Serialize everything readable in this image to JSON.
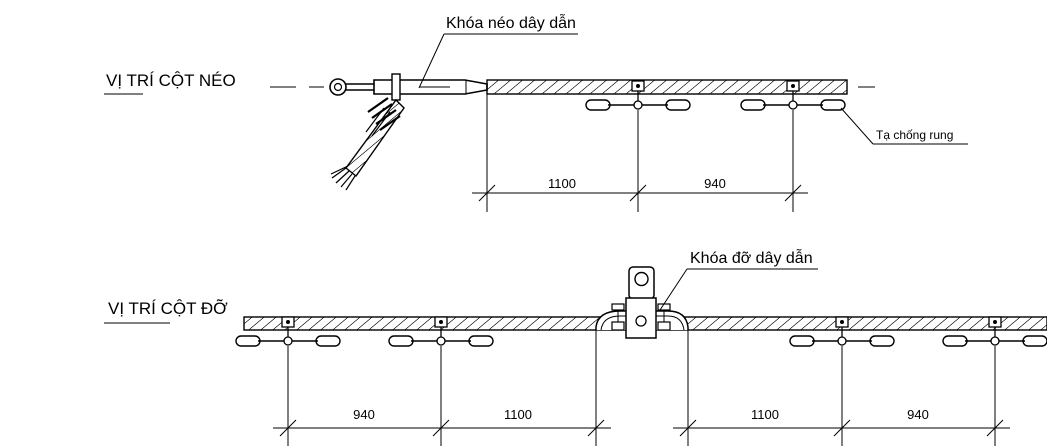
{
  "labels": {
    "dead_end_position": "VỊ TRÍ CỘT NÉO",
    "suspension_position": "VỊ TRÍ CỘT ĐỠ",
    "tension_clamp": "Khóa néo dây dẫn",
    "suspension_clamp": "Khóa đỡ dây dẫn",
    "vibration_damper": "Tạ chống rung"
  },
  "dead_end": {
    "dimensions": [
      "1100",
      "940"
    ]
  },
  "suspension": {
    "dimensions_left": [
      "940",
      "1100"
    ],
    "dimensions_right": [
      "1100",
      "940"
    ]
  }
}
